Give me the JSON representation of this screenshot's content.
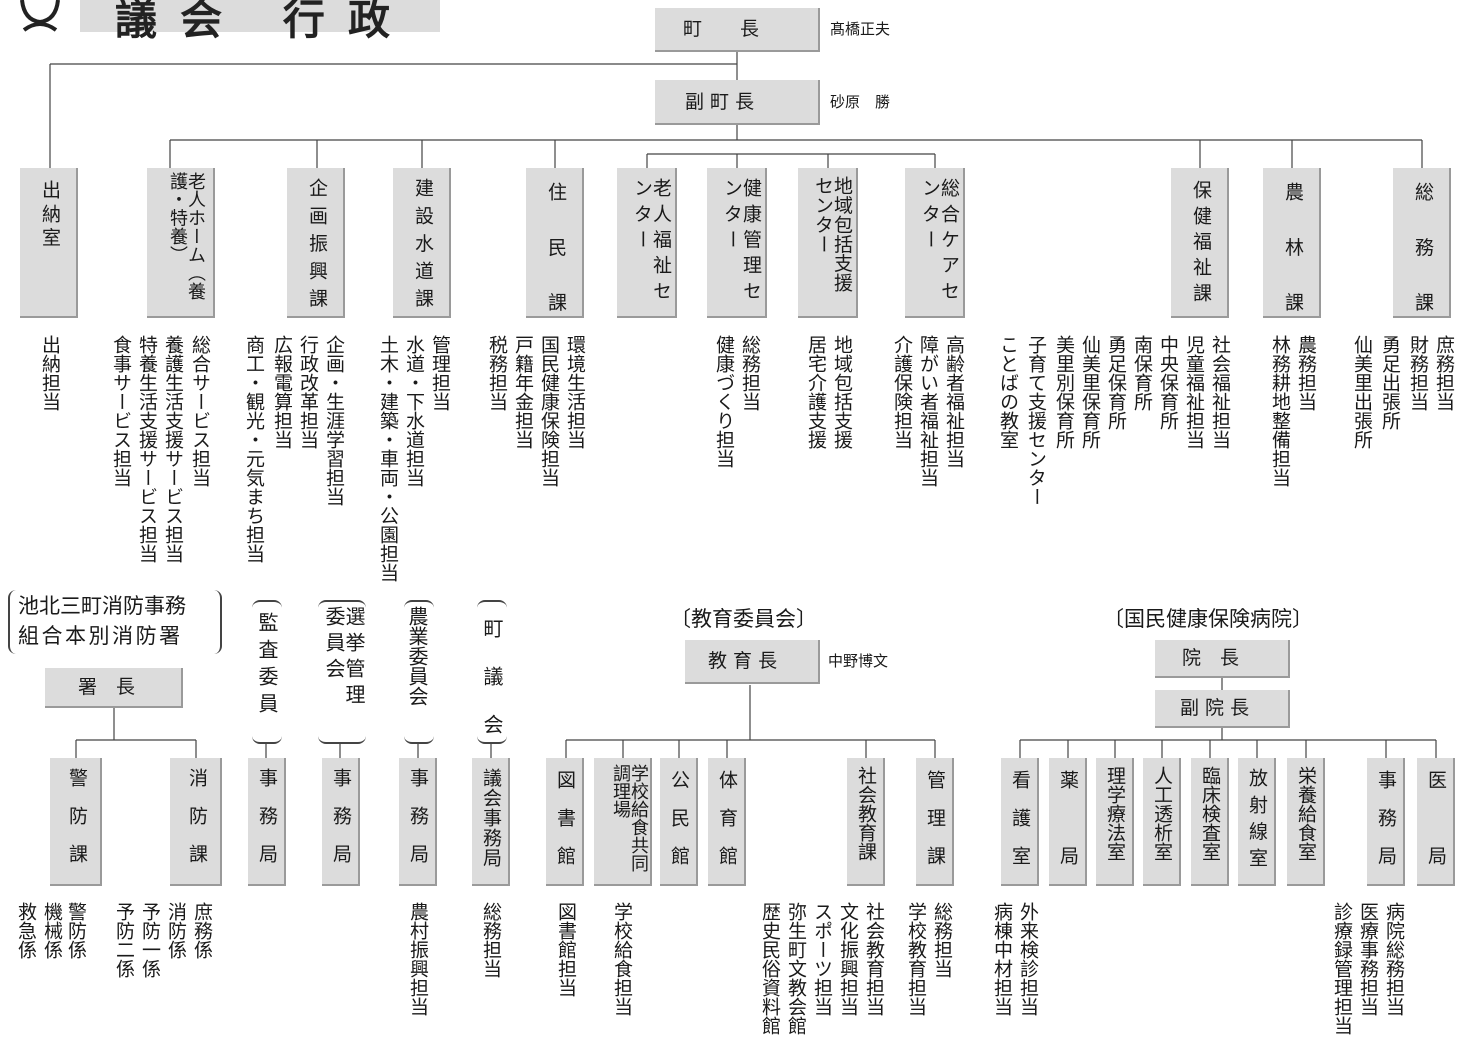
{
  "header": {
    "title": "議会 行政"
  },
  "top": {
    "mayor": {
      "label": "町　　長",
      "name": "髙橋正夫"
    },
    "deputy": {
      "label": "副 町 長",
      "name": "砂原　勝"
    }
  },
  "depts": [
    {
      "label": "出納室",
      "duties": [
        "出納担当"
      ]
    },
    {
      "label": "老人ホーム（養護・特養）",
      "duties": [
        "総合サービス担当",
        "養護生活支援サービス担当",
        "特養生活支援サービス担当",
        "食事サービス担当"
      ]
    },
    {
      "label": "企画振興課",
      "duties": [
        "企画・生涯学習担当",
        "行政改革担当",
        "広報電算担当",
        "商工・観光・元気まち担当"
      ]
    },
    {
      "label": "建設水道課",
      "duties": [
        "管理担当",
        "水道・下水道担当",
        "土木・建築・車両・公園担当"
      ]
    },
    {
      "label": "住民課",
      "duties": [
        "環境生活担当",
        "国民健康保険担当",
        "戸籍年金担当",
        "税務担当"
      ]
    },
    {
      "label": "老人福祉センター",
      "duties": []
    },
    {
      "label": "健康管理センター",
      "duties": [
        "総務担当",
        "健康づくり担当"
      ]
    },
    {
      "label": "地域包括支援センター",
      "duties": [
        "地域包括支援",
        "居宅介護支援"
      ]
    },
    {
      "label": "総合ケアセンター",
      "duties": [
        "高齢者福祉担当",
        "障がい者福祉担当",
        "介護保険担当"
      ]
    },
    {
      "label": "保健福祉課",
      "duties": [
        "社会福祉担当",
        "児童福祉担当",
        "中央保育所",
        "南保育所",
        "勇足保育所",
        "仙美里保育所",
        "美里別保育所",
        "子育て支援センター",
        "ことばの教室"
      ]
    },
    {
      "label": "農林課",
      "duties": [
        "農務担当",
        "林務耕地整備担当"
      ]
    },
    {
      "label": "総務課",
      "duties": [
        "庶務担当",
        "財務担当",
        "勇足出張所",
        "仙美里出張所"
      ]
    }
  ],
  "fire": {
    "title1": "池北三町消防事務",
    "title2": "組合本別消防署",
    "chief": "署　長",
    "units": [
      {
        "label": "警防課",
        "duties": [
          "警防係",
          "機械係",
          "救急係"
        ]
      },
      {
        "label": "消防課",
        "duties": [
          "庶務係",
          "消防係",
          "予防一係",
          "予防二係"
        ]
      }
    ]
  },
  "committees": [
    {
      "title": "監査委員",
      "office": "事務局",
      "duties": []
    },
    {
      "title": "選挙管理委員会",
      "office": "事務局",
      "duties": []
    },
    {
      "title": "農業委員会",
      "office": "事務局",
      "duties": [
        "農村振興担当"
      ]
    },
    {
      "title": "町議会",
      "office": "議会事務局",
      "duties": [
        "総務担当"
      ]
    }
  ],
  "education": {
    "title": "〔教育委員会〕",
    "head": {
      "label": "教 育 長",
      "name": "中野博文"
    },
    "units": [
      {
        "label": "図書館",
        "duties": [
          "図書館担当"
        ]
      },
      {
        "label": "学校給食共同調理場",
        "duties": [
          "学校給食担当"
        ]
      },
      {
        "label": "公民館",
        "duties": []
      },
      {
        "label": "体育館",
        "duties": []
      },
      {
        "label": "社会教育課",
        "duties": [
          "社会教育担当",
          "文化振興担当",
          "スポーツ担当",
          "弥生町文教会館",
          "歴史民俗資料館"
        ]
      },
      {
        "label": "管理課",
        "duties": [
          "総務担当",
          "学校教育担当"
        ]
      }
    ]
  },
  "hospital": {
    "title": "〔国民健康保険病院〕",
    "director": "院　長",
    "vice": "副 院 長",
    "units": [
      {
        "label": "看護室",
        "duties": [
          "外来検診担当",
          "病棟中材担当"
        ]
      },
      {
        "label": "薬局",
        "duties": []
      },
      {
        "label": "理学療法室",
        "duties": []
      },
      {
        "label": "人工透析室",
        "duties": []
      },
      {
        "label": "臨床検査室",
        "duties": []
      },
      {
        "label": "放射線室",
        "duties": []
      },
      {
        "label": "栄養給食室",
        "duties": []
      },
      {
        "label": "事務局",
        "duties": [
          "病院総務担当",
          "医療事務担当",
          "診療録管理担当"
        ]
      },
      {
        "label": "医局",
        "duties": []
      }
    ]
  }
}
